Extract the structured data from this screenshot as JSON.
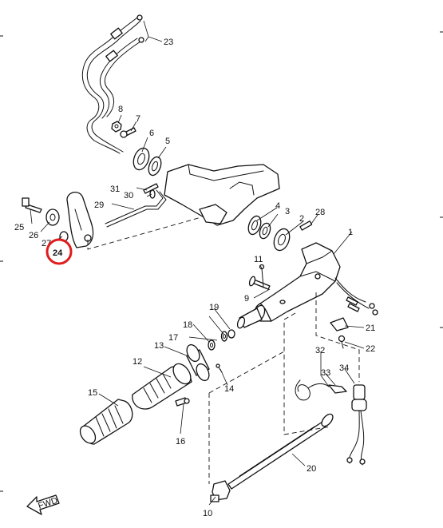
{
  "labels": {
    "p1": "1",
    "p2": "2",
    "p3": "3",
    "p4": "4",
    "p5": "5",
    "p6": "6",
    "p7": "7",
    "p8": "8",
    "p9": "9",
    "p10": "10",
    "p11": "11",
    "p12": "12",
    "p13": "13",
    "p14": "14",
    "p15": "15",
    "p16": "16",
    "p17": "17",
    "p18": "18",
    "p19": "19",
    "p20": "20",
    "p21": "21",
    "p22": "22",
    "p23": "23",
    "p24": "24",
    "p25": "25",
    "p26": "26",
    "p27": "27",
    "p28": "28",
    "p29": "29",
    "p30": "30",
    "p31": "31",
    "p32": "32",
    "p33": "33",
    "p34": "34"
  },
  "fwd": "FWD",
  "highlight": {
    "part": "24",
    "color": "#e01c1c"
  }
}
